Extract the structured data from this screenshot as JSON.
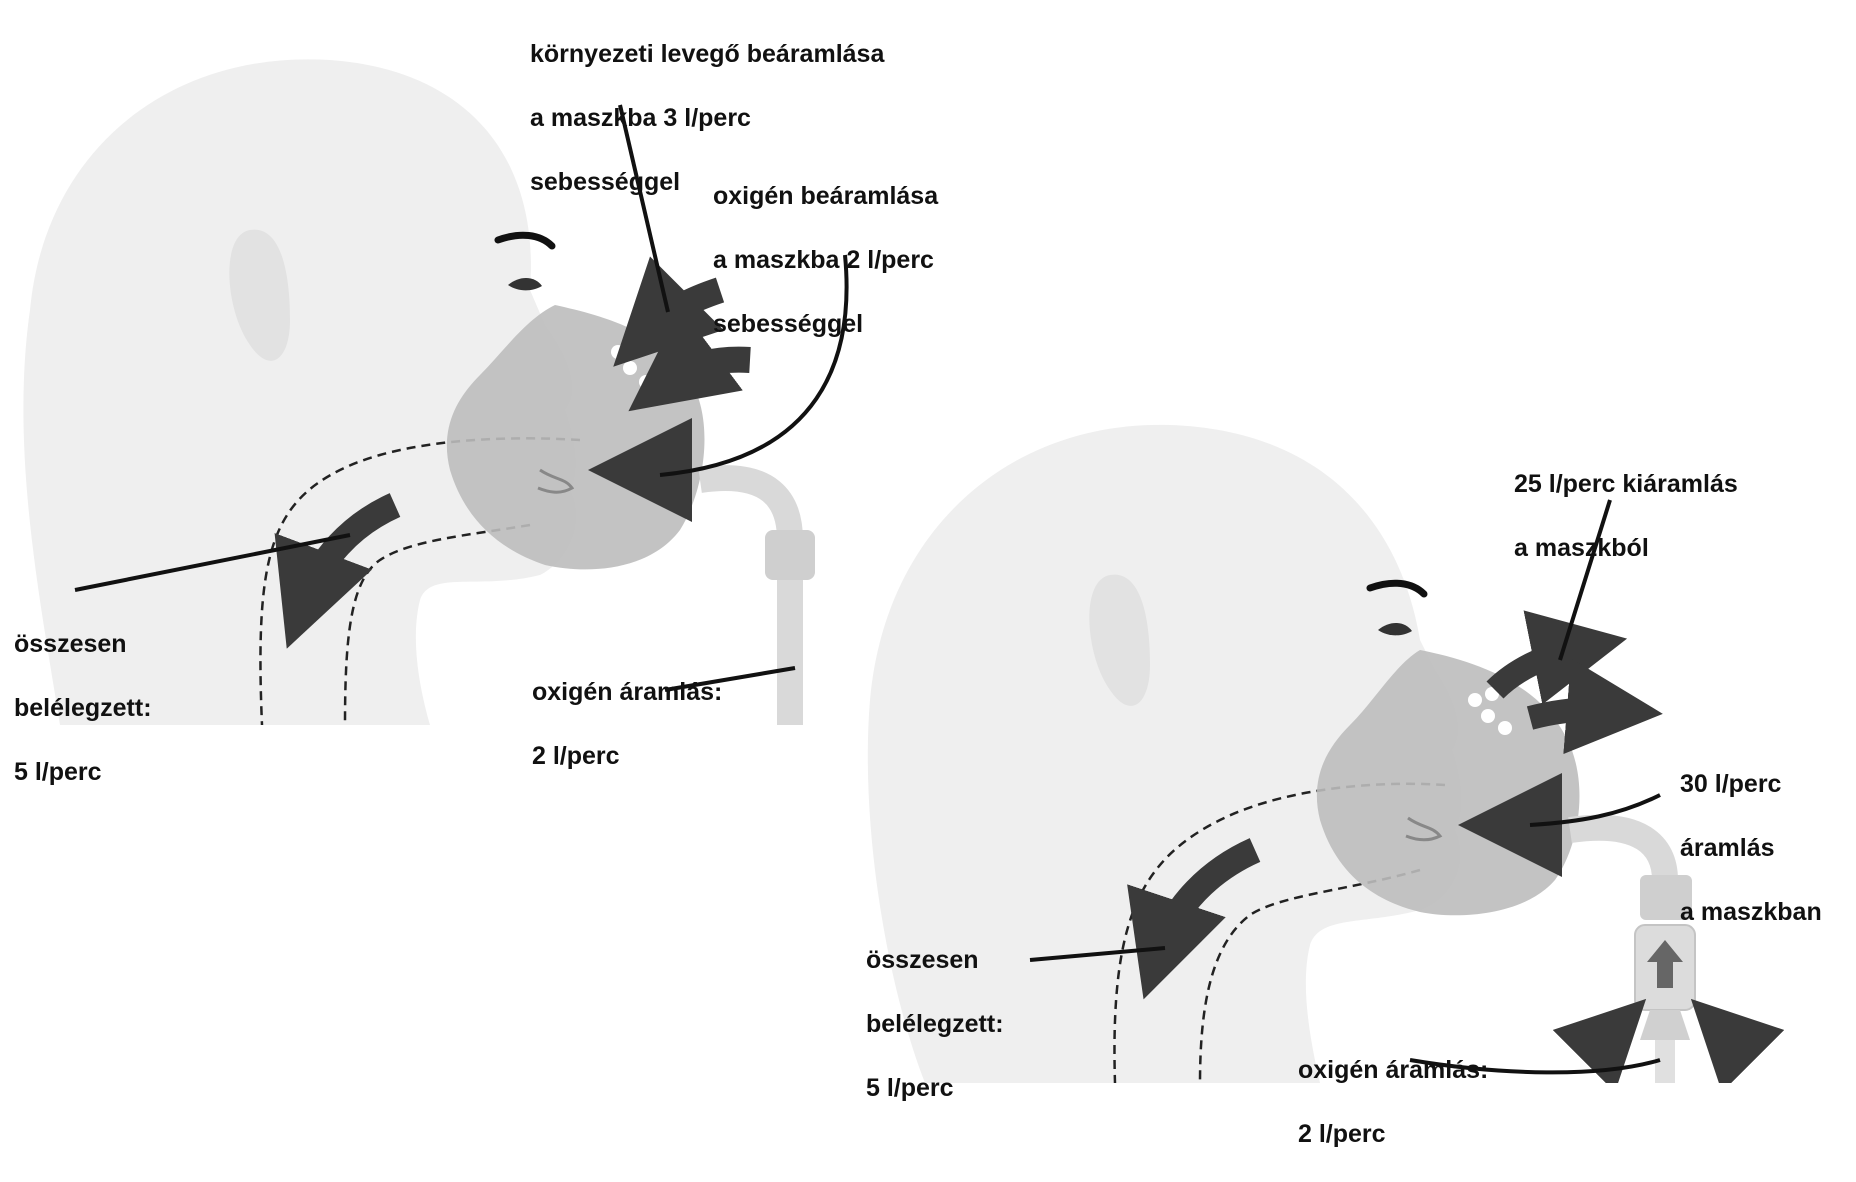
{
  "colors": {
    "background": "#ffffff",
    "skin": "#efefef",
    "skin_shadow": "#e2e2e2",
    "mask": "#bdbdbd",
    "mask_dark": "#9a9a9a",
    "arrow": "#3a3a3a",
    "text": "#111111",
    "tube": "#d9d9d9"
  },
  "left_panel": {
    "labels": {
      "room_air_inflow": [
        "környezeti levegő beáramlása",
        "a maszkba 3 l/perc",
        "sebességgel"
      ],
      "oxygen_inflow": [
        "oxigén beáramlása",
        "a maszkba 2 l/perc",
        "sebességgel"
      ],
      "total_inhaled": [
        "összesen",
        "belélegzett:",
        "5 l/perc"
      ],
      "oxygen_flow": [
        "oxigén áramlás:",
        "2 l/perc"
      ]
    },
    "icons": [
      "head-icon",
      "simple-face-mask-icon",
      "oxygen-tube-icon",
      "airway-icon"
    ]
  },
  "right_panel": {
    "labels": {
      "outflow": [
        "25 l/perc kiáramlás",
        "a maszkból"
      ],
      "mask_flow": [
        "30 l/perc",
        "áramlás",
        "a maszkban"
      ],
      "total_inhaled": [
        "összesen",
        "belélegzett:",
        "5 l/perc"
      ],
      "oxygen_flow": [
        "oxigén áramlás:",
        "2 l/perc"
      ]
    },
    "icons": [
      "head-icon",
      "venturi-mask-icon",
      "venturi-valve-icon",
      "airway-icon"
    ]
  }
}
